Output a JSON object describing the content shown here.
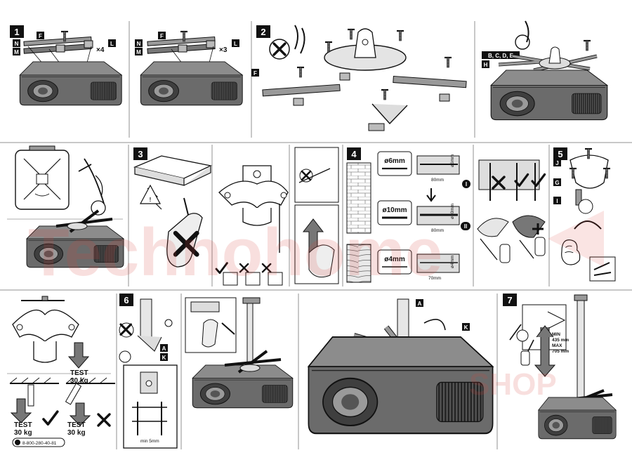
{
  "steps": {
    "s1": "1",
    "s2": "2",
    "s3": "3",
    "s4": "4",
    "s5": "5",
    "s6": "6",
    "s7": "7"
  },
  "parts": {
    "F": "F",
    "N": "N",
    "M": "M",
    "L": "L",
    "H": "H",
    "BCDE": "B, C, D, E",
    "J": "J",
    "G": "G",
    "I": "I",
    "A": "A",
    "K": "K",
    "roman1": "I",
    "roman2": "II"
  },
  "multipliers": {
    "x4": "×4",
    "x3": "×3"
  },
  "drill": {
    "d6": "ø6mm",
    "d10": "ø10mm",
    "d4": "ø4mm",
    "depth80a": "80mm",
    "depth80b": "80mm",
    "depth70": "70mm",
    "side6": "ø6mm",
    "side10": "ø10mm",
    "side4": "ø4mm"
  },
  "test": {
    "line1": "TEST",
    "line2": "30 kg"
  },
  "phone": "8-800-280-40-81",
  "min_gap": "min 5mm",
  "height": {
    "min": "MIN",
    "min_val": "435 mm",
    "max": "MAX",
    "max_val": "705 mm"
  },
  "watermark": {
    "main": "Technohome",
    "sub": "SHOP"
  },
  "colors": {
    "accent": "#d9413a",
    "ink": "#111111",
    "panel": "#cfcfcf",
    "grid": "#c8c8c8"
  }
}
